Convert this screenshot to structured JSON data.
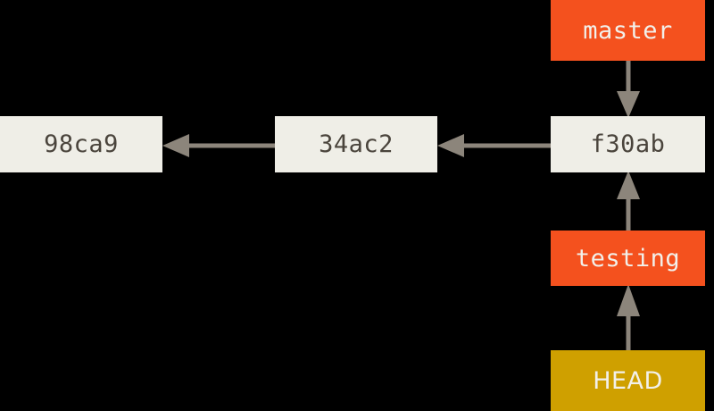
{
  "diagram": {
    "title": "git-branch-pointers",
    "background_color": "#000000",
    "commit_box_color": "#EFEEE7",
    "commit_text_color": "#4A443C",
    "branch_box_color": "#F4511E",
    "head_box_color": "#CFA000",
    "ref_text_color": "#F2F0EA",
    "arrow_color": "#8C857B"
  },
  "commits": [
    {
      "id": "commit-98ca9",
      "label": "98ca9"
    },
    {
      "id": "commit-34ac2",
      "label": "34ac2"
    },
    {
      "id": "commit-f30ab",
      "label": "f30ab"
    }
  ],
  "refs": [
    {
      "id": "ref-master",
      "label": "master",
      "kind": "branch"
    },
    {
      "id": "ref-testing",
      "label": "testing",
      "kind": "branch"
    },
    {
      "id": "ref-head",
      "label": "HEAD",
      "kind": "head"
    }
  ],
  "edges": [
    {
      "id": "edge-34ac2-to-98ca9",
      "from": "34ac2",
      "to": "98ca9",
      "direction": "left"
    },
    {
      "id": "edge-f30ab-to-34ac2",
      "from": "f30ab",
      "to": "34ac2",
      "direction": "left"
    },
    {
      "id": "edge-master-to-f30ab",
      "from": "master",
      "to": "f30ab",
      "direction": "down"
    },
    {
      "id": "edge-testing-to-f30ab",
      "from": "testing",
      "to": "f30ab",
      "direction": "up"
    },
    {
      "id": "edge-head-to-testing",
      "from": "HEAD",
      "to": "testing",
      "direction": "up"
    }
  ]
}
